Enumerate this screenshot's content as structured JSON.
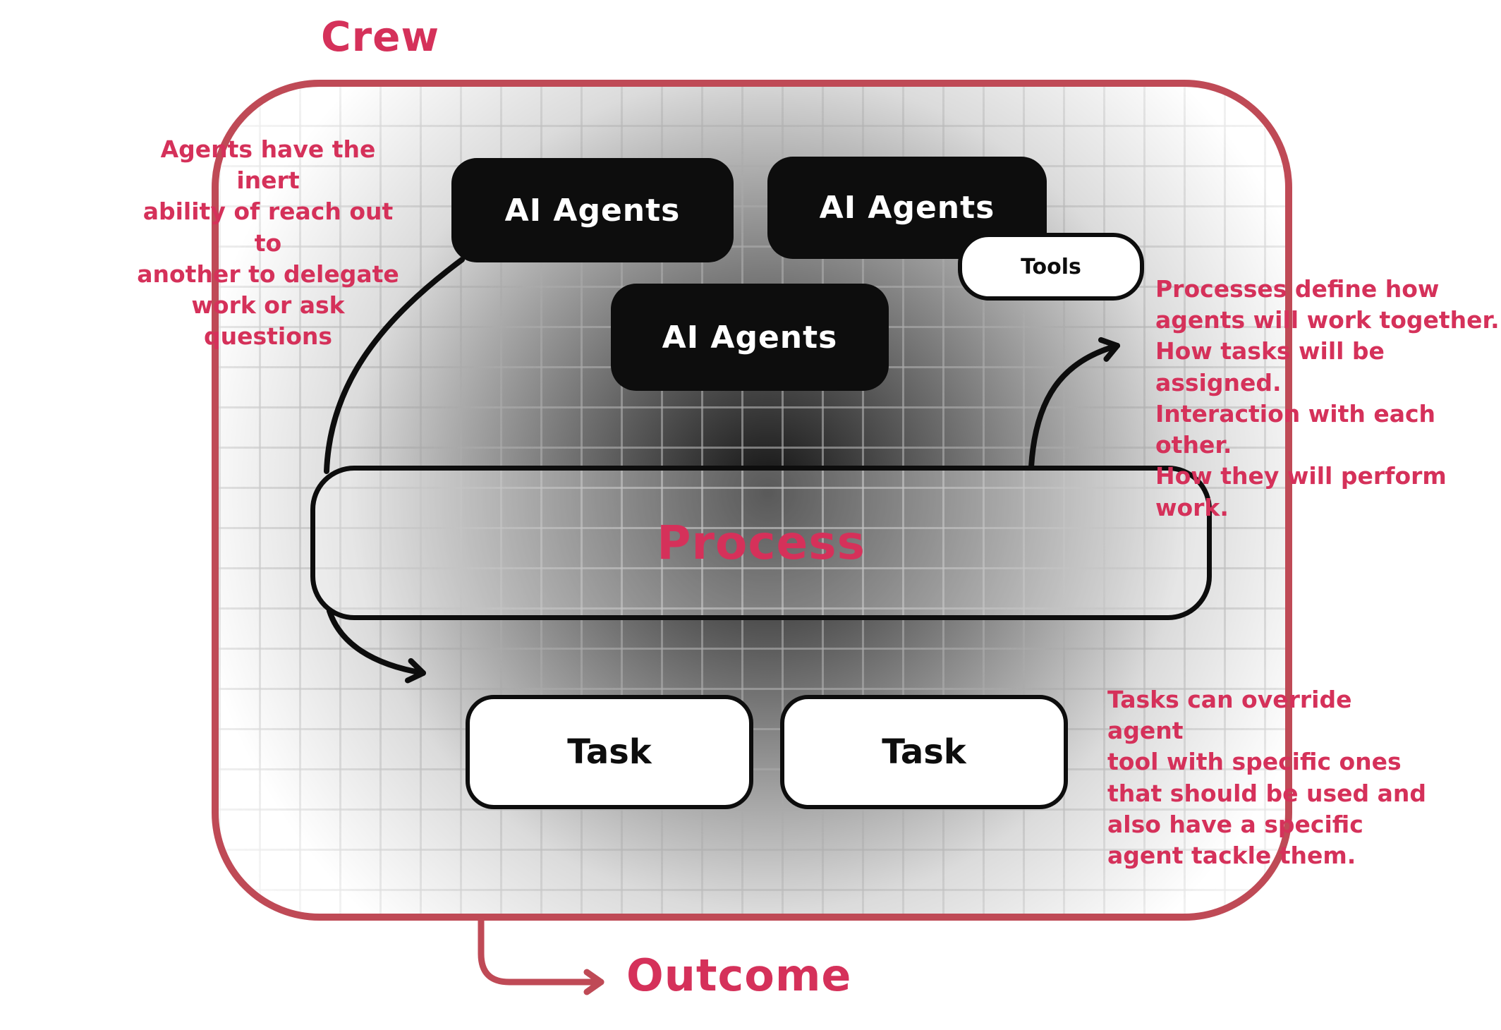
{
  "title": "Crew",
  "outcome_label": "Outcome",
  "boxes": {
    "agents": [
      "AI Agents",
      "AI Agents",
      "AI Agents"
    ],
    "tools": "Tools",
    "process": "Process",
    "tasks": [
      "Task",
      "Task"
    ]
  },
  "annotations": {
    "left": "Agents have the inert\nability of reach out to\nanother to delegate\nwork or ask questions",
    "right_top": "Processes define how\nagents will work together.\nHow tasks will be assigned.\nInteraction with each other.\nHow they will perform work.",
    "right_bottom": "Tasks can override agent\ntool with specific ones\nthat should be used and\nalso have a specific\nagent tackle them."
  },
  "colors": {
    "accent_text": "#d5315a",
    "crew_border": "#bf4a56",
    "box_black": "#0d0d0d",
    "grid_line": "#aaaaaa"
  }
}
